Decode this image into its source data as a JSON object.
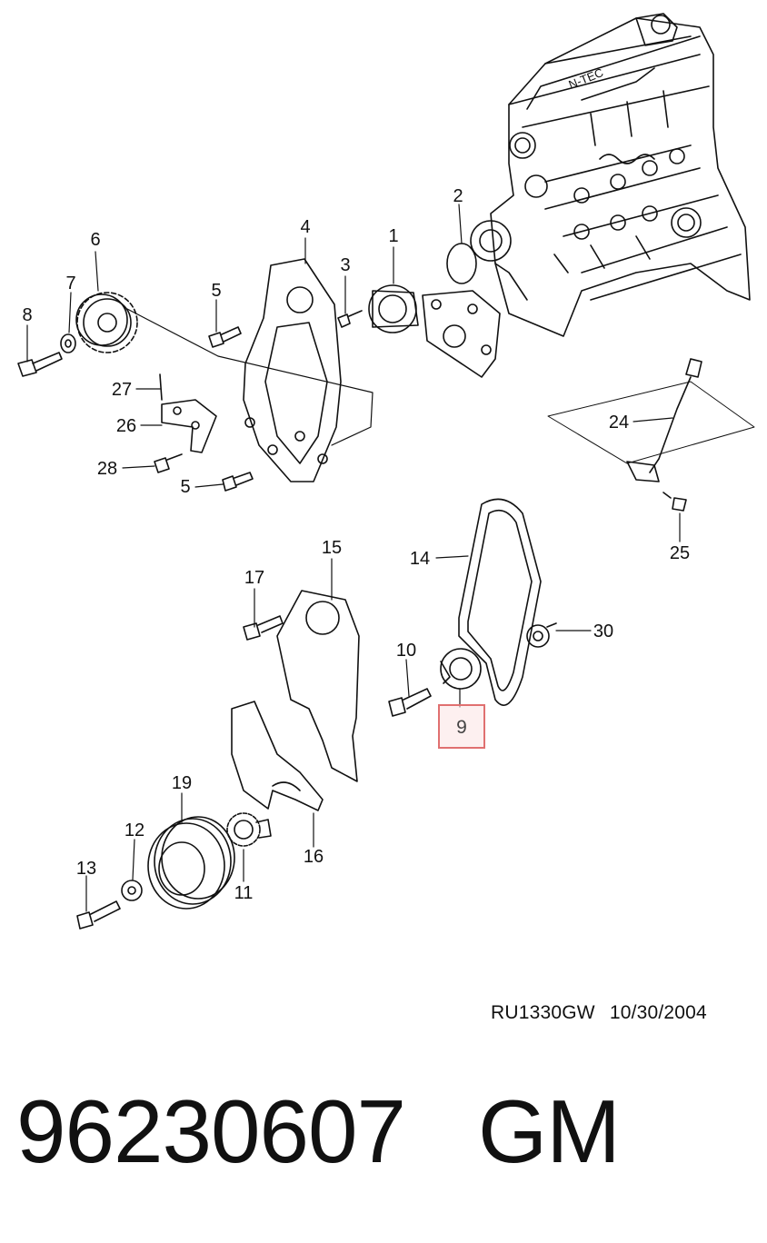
{
  "diagram": {
    "callouts": {
      "c1": "1",
      "c2": "2",
      "c3": "3",
      "c4": "4",
      "c5a": "5",
      "c5b": "5",
      "c6": "6",
      "c7": "7",
      "c8": "8",
      "c9": "9",
      "c10": "10",
      "c11": "11",
      "c12": "12",
      "c13": "13",
      "c14": "14",
      "c15": "15",
      "c16": "16",
      "c17": "17",
      "c19": "19",
      "c24": "24",
      "c25": "25",
      "c26": "26",
      "c27": "27",
      "c28": "28",
      "c30": "30"
    },
    "engine_lettering": "N-TEC",
    "highlighted_part": "9",
    "highlight_color": "#e07070",
    "highlight_fill": "#fbe3e3"
  },
  "reference": {
    "code": "RU1330GW",
    "date": "10/30/2004"
  },
  "part": {
    "number": "96230607",
    "brand": "GM"
  }
}
